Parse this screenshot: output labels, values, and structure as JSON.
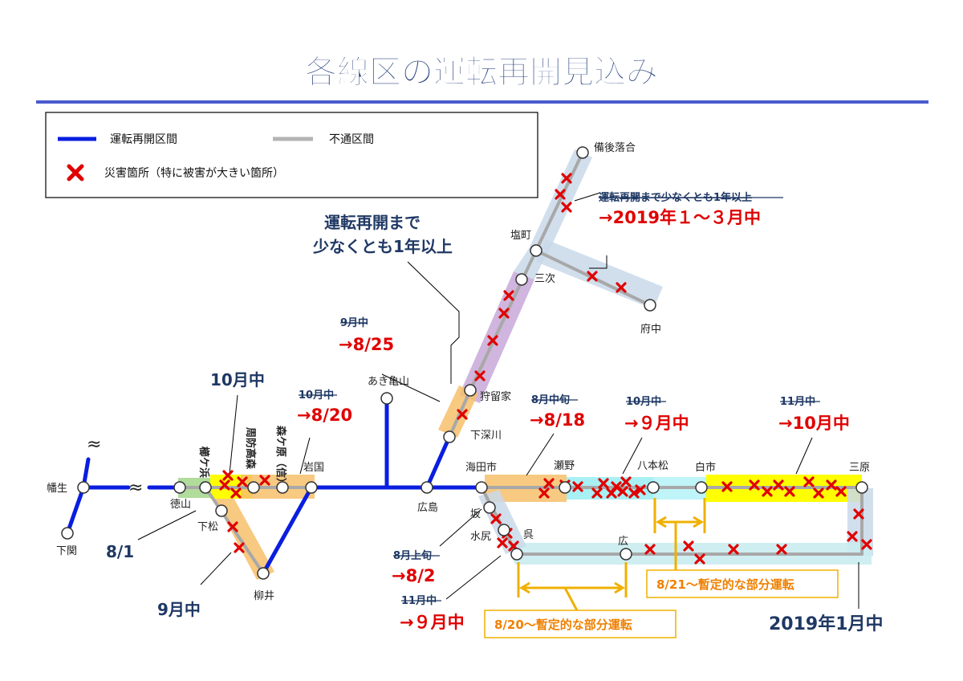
{
  "title": "各線区の運転再開見込み",
  "legend": {
    "reopened": "運転再開区間",
    "closed": "不通区間",
    "disaster": "災害箇所（特に被害が大きい箇所）"
  },
  "stations": {
    "bingo_ochiai": "備後落合",
    "shiomachi": "塩町",
    "miyoshi": "三次",
    "fuchu": "府中",
    "karudoke": "狩留家",
    "shimofukawa": "下深川",
    "akikameyama": "あき亀山",
    "hanyu": "幡生",
    "shimonoseki": "下関",
    "tokuyama": "徳山",
    "kushigahama": "櫛ケ浜",
    "suokubara": "周防高森",
    "morigahara": "森ケ原（信）",
    "iwakuni": "岩国",
    "kudamatsu": "下松",
    "yanai": "柳井",
    "hiroshima": "広島",
    "kaitaichi": "海田市",
    "seno": "瀬野",
    "hachihonmatsu": "八本松",
    "shiraichi": "白市",
    "mihara": "三原",
    "saka": "坂",
    "mizushiri": "水尻",
    "kure": "呉",
    "hiro": "広"
  },
  "notes": {
    "geibi_old": "運転再開まで少なくとも1年以上",
    "geibi_new": "→2019年１～３月中",
    "sankou_line1": "運転再開まで",
    "sankou_line2": "少なくとも1年以上",
    "kabe_old": "9月中",
    "kabe_new": "→8/25",
    "sanyo_west": "10月中",
    "gantoku_old": "10月中",
    "gantoku_new": "→8/20",
    "seno_old": "8月中旬",
    "seno_new": "→8/18",
    "hachihonmatsu_old": "10月中",
    "hachihonmatsu_new": "→９月中",
    "shiraichi_old": "11月中",
    "shiraichi_new": "→10月中",
    "tokuyama_west": "8/1",
    "yanai_line": "9月中",
    "kure_saka_old": "8月上旬",
    "kure_saka_new": "→8/2",
    "kure_line_old": "11月中",
    "kure_line_new": "→９月中",
    "mihara_kure": "2019年1月中",
    "partial_kure": "8/20～暫定的な部分運転",
    "partial_hachihonmatsu": "8/21～暫定的な部分運転"
  },
  "colors": {
    "reopened": "#0a1ee0",
    "closed": "#b4b4b4",
    "disaster": "#e00000",
    "navy": "#1f3864",
    "red": "#e00000",
    "orange": "#f08000",
    "header_rule": "#4a5ad0"
  }
}
